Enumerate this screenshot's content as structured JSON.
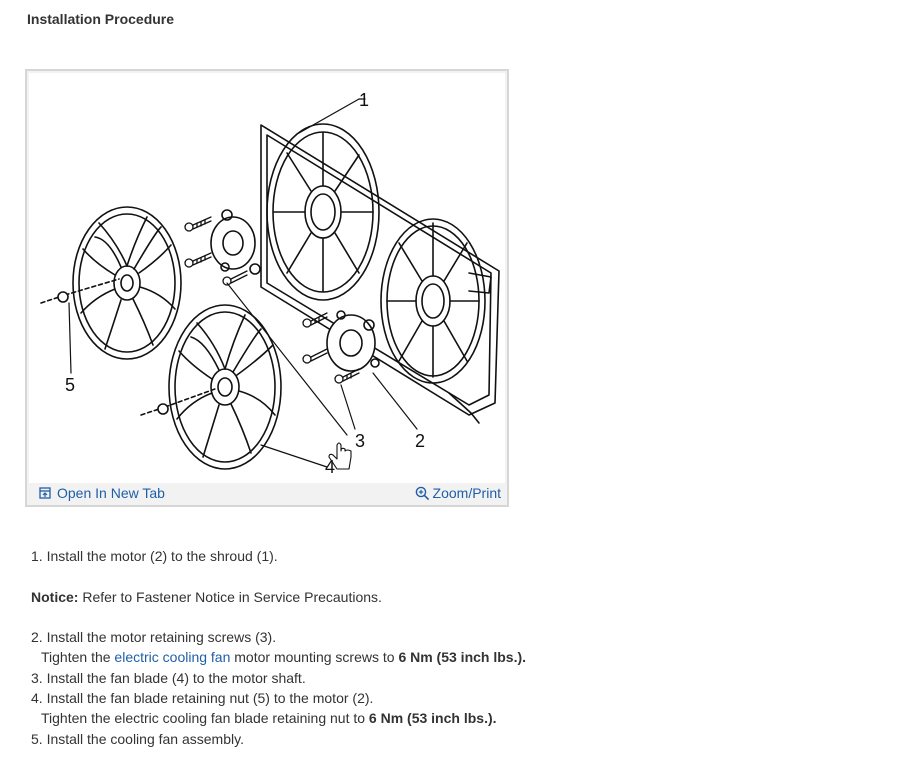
{
  "page": {
    "title": "Installation Procedure"
  },
  "figure": {
    "callouts": [
      "1",
      "2",
      "3",
      "4",
      "5"
    ],
    "open_tab_label": "Open In New Tab",
    "zoom_label": "Zoom/Print",
    "link_color": "#1f5fa8"
  },
  "steps": {
    "step1": "1. Install the motor (2) to the shroud (1).",
    "notice_label": "Notice:",
    "notice_text": " Refer to Fastener Notice in Service Precautions.",
    "step2": "2. Install the motor retaining screws (3).",
    "tighten1_prefix": "Tighten the ",
    "tighten1_link": "electric cooling fan",
    "tighten1_middle": " motor mounting screws to ",
    "tighten1_value": "6 Nm (53 inch lbs.).",
    "step3": "3. Install the fan blade (4) to the motor shaft.",
    "step4": "4. Install the fan blade retaining nut (5) to the motor (2).",
    "tighten2_prefix": "Tighten the electric cooling fan blade retaining nut to ",
    "tighten2_value": "6 Nm (53 inch lbs.).",
    "step5": "5. Install the cooling fan assembly."
  }
}
